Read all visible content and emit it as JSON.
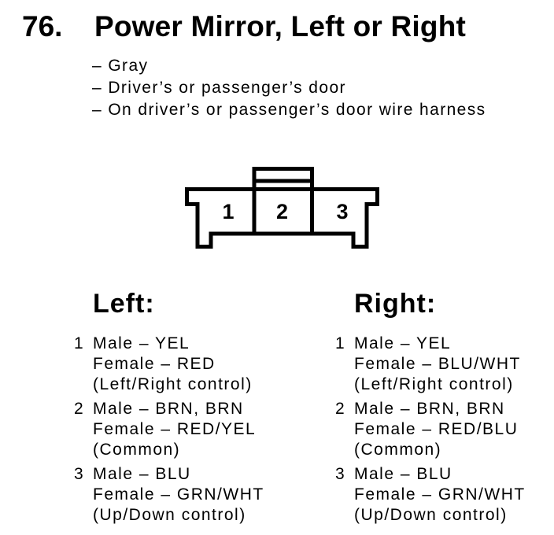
{
  "colors": {
    "ink": "#000000",
    "paper": "#ffffff"
  },
  "header": {
    "item_number": "76.",
    "title": "Power Mirror, Left or Right",
    "details": [
      "– Gray",
      "– Driver’s or passenger’s door",
      "– On driver’s or passenger’s door wire harness"
    ]
  },
  "connector": {
    "pins": [
      "1",
      "2",
      "3"
    ]
  },
  "pinouts": [
    {
      "heading": "Left:",
      "items": [
        {
          "pin": "1",
          "lines": [
            "Male – YEL",
            "Female – RED",
            "(Left/Right control)"
          ]
        },
        {
          "pin": "2",
          "lines": [
            "Male – BRN, BRN",
            "Female – RED/YEL",
            "(Common)"
          ]
        },
        {
          "pin": "3",
          "lines": [
            "Male – BLU",
            "Female – GRN/WHT",
            "(Up/Down control)"
          ]
        }
      ]
    },
    {
      "heading": "Right:",
      "items": [
        {
          "pin": "1",
          "lines": [
            "Male – YEL",
            "Female – BLU/WHT",
            "(Left/Right control)"
          ]
        },
        {
          "pin": "2",
          "lines": [
            "Male – BRN, BRN",
            "Female – RED/BLU",
            "(Common)"
          ]
        },
        {
          "pin": "3",
          "lines": [
            "Male – BLU",
            "Female – GRN/WHT",
            "(Up/Down control)"
          ]
        }
      ]
    }
  ]
}
